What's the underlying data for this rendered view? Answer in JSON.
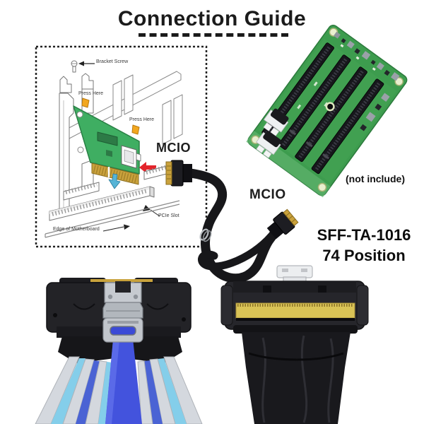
{
  "title": "Connection Guide",
  "diagram": {
    "bracket_screw_label": "Bracket Screw",
    "press_here_top_label": "Press Here",
    "press_here_right_label": "Press Here",
    "pcie_slot_label": "PCIe Slot",
    "edge_of_motherboard_label": "Edge of Motherboard"
  },
  "cable": {
    "connector_left_label": "MCIO",
    "connector_right_label": "MCIO",
    "spec_standard": "SFF-TA-1016",
    "spec_positions": "74 Position"
  },
  "board": {
    "note": "(not include)"
  },
  "colors": {
    "card_green": "#3fae62",
    "pcb_green": "#3d9c4e",
    "gold": "#caa23c",
    "cable_black": "#17171a",
    "arrow_red": "#e3242b",
    "press_clip_yellow": "#f2a71f",
    "down_arrow_cyan": "#56b4d6",
    "pull_tab_blue": "#4353dd",
    "wire_cyan": "#84ceea",
    "wire_blue": "#4a63d4",
    "latch_silver": "#c2c6cc"
  }
}
